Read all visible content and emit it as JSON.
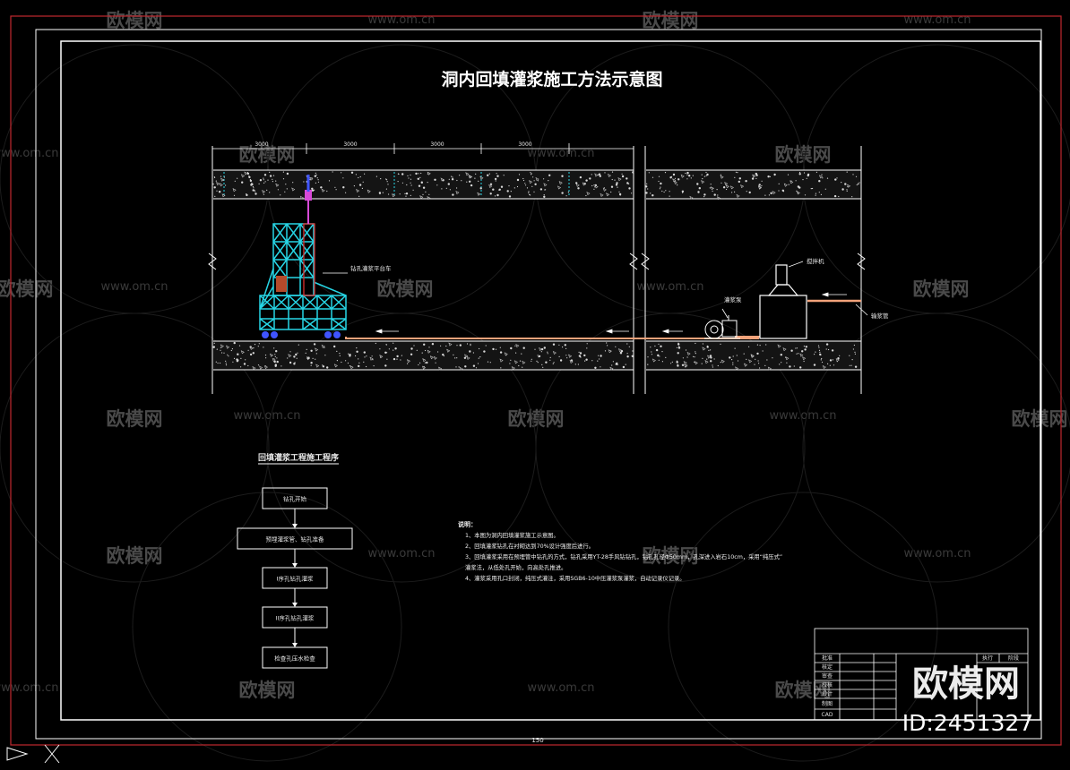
{
  "drawing": {
    "title": "洞内回填灌浆施工方法示意图",
    "dimensions": [
      "3000",
      "3000",
      "3000",
      "3000"
    ],
    "labels": {
      "platform": "钻孔灌浆平台车",
      "pump": "灌浆泵",
      "mixer": "搅拌机",
      "pipe": "输浆管"
    },
    "sheet_number": "150"
  },
  "flowchart": {
    "title": "回填灌浆工程施工程序",
    "steps": [
      "钻孔开始",
      "预埋灌浆管、钻孔准备",
      "I序孔钻孔灌浆",
      "II序孔钻孔灌浆",
      "检查孔压水检查"
    ]
  },
  "notes": {
    "heading": "说明：",
    "lines": [
      "1、本图为洞内回填灌浆施工示意图。",
      "2、回填灌浆钻孔在衬砌达到70%设计强度后进行。",
      "3、回填灌浆采用在预埋管中钻孔的方式，钻孔采用YT-28手风钻钻孔，钻孔孔径Φ50mm，孔深进入岩石10cm，采用“纯压式”",
      "   灌浆法，从低处孔开始，向高处孔推进。",
      "4、灌浆采用孔口封闭，纯压式灌注，采用SGB6-10中压灌浆泵灌浆，自动记录仪记录。"
    ]
  },
  "titleblock": {
    "rows": [
      "批准",
      "核定",
      "审查",
      "校核",
      "设计",
      "制图",
      "CAD"
    ],
    "right_header": [
      "执行",
      "阶段"
    ]
  },
  "watermark": {
    "cn": "欧模网",
    "url": "www.om.cn",
    "id": "ID:2451327"
  },
  "colors": {
    "frame_red": "#c0282f",
    "frame_white": "#ffffff",
    "structure_cyan": "#27d6e6",
    "pipe_orange": "#f2a27a",
    "magenta": "#d84ad8",
    "wheel_blue": "#3f54ff"
  }
}
